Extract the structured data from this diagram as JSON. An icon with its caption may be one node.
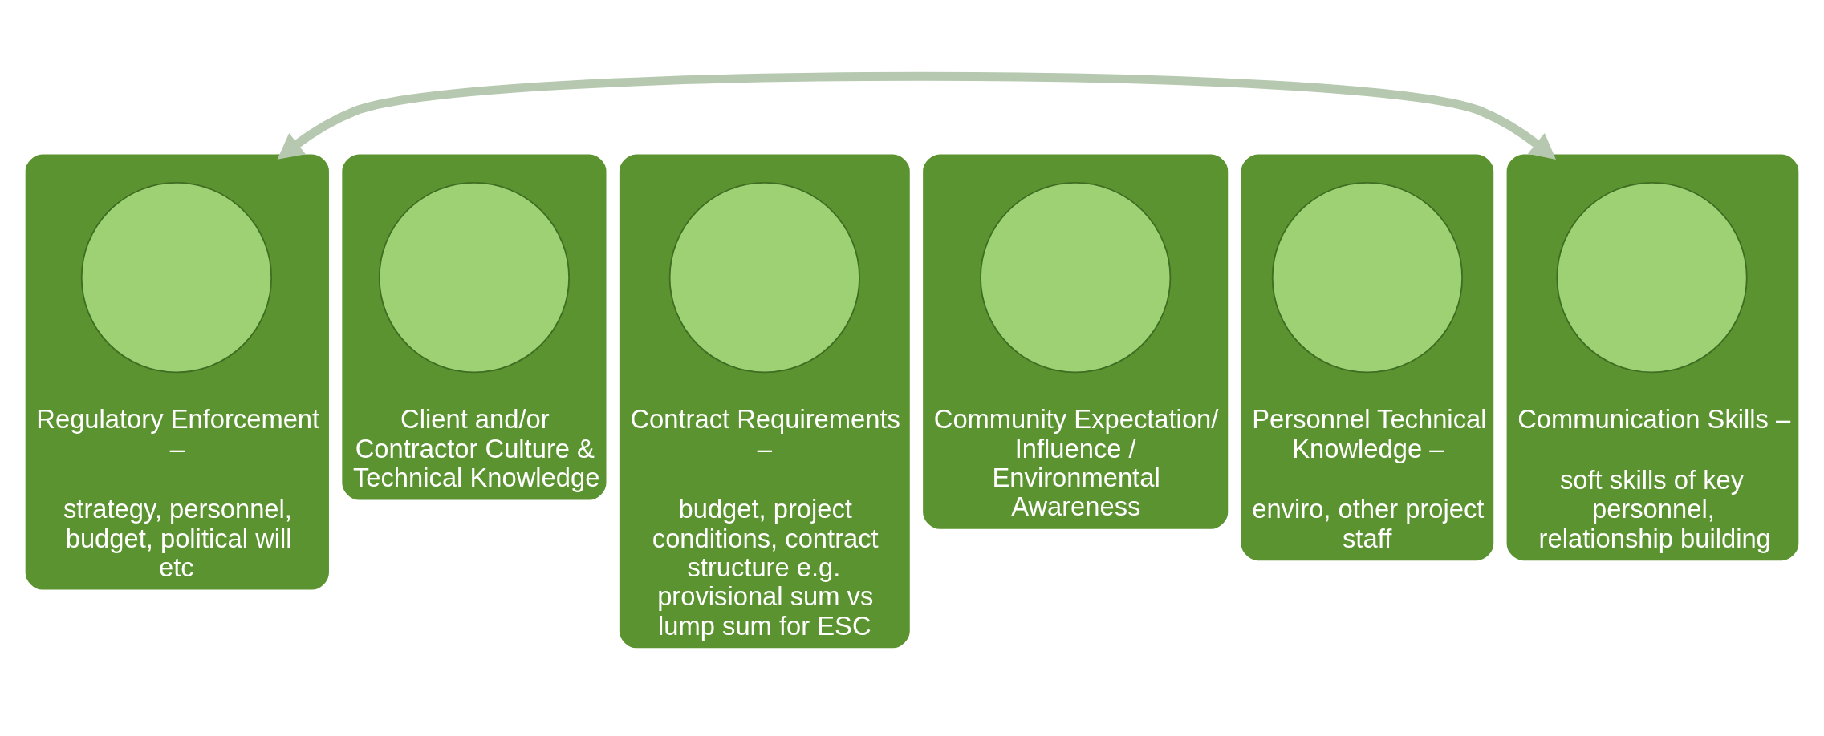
{
  "diagram": {
    "nodes": [
      {
        "text": [
          "Regulatory Enforcement –",
          "strategy, personnel, budget, political will etc"
        ]
      },
      {
        "text": [],
        "shape": "circle",
        "in": 0
      },
      {
        "text": [
          "Client and/or Contractor Culture & Technical Knowledge"
        ]
      },
      {
        "text": [],
        "shape": "circle",
        "in": 2
      },
      {
        "text": [
          "Contract Requirements –",
          "budget, project conditions, contract structure e.g. provisional sum vs lump sum for ESC"
        ]
      },
      {
        "text": [],
        "shape": "circle",
        "in": 4
      },
      {
        "text": [
          "Community Expectation/ Influence / Environmental Awareness"
        ]
      },
      {
        "text": [],
        "shape": "circle",
        "in": 6
      },
      {
        "text": [
          "Personnel Technical Knowledge –",
          "enviro, other project staff"
        ]
      },
      {
        "text": [],
        "shape": "circle",
        "in": 8
      },
      {
        "text": [
          "Communication Skills –",
          "soft skills of key personnel, relationship building"
        ]
      },
      {
        "text": [],
        "shape": "circle",
        "in": 10
      }
    ],
    "edges": [
      {
        "from": 0,
        "to": 10,
        "arrow": "both"
      }
    ]
  }
}
